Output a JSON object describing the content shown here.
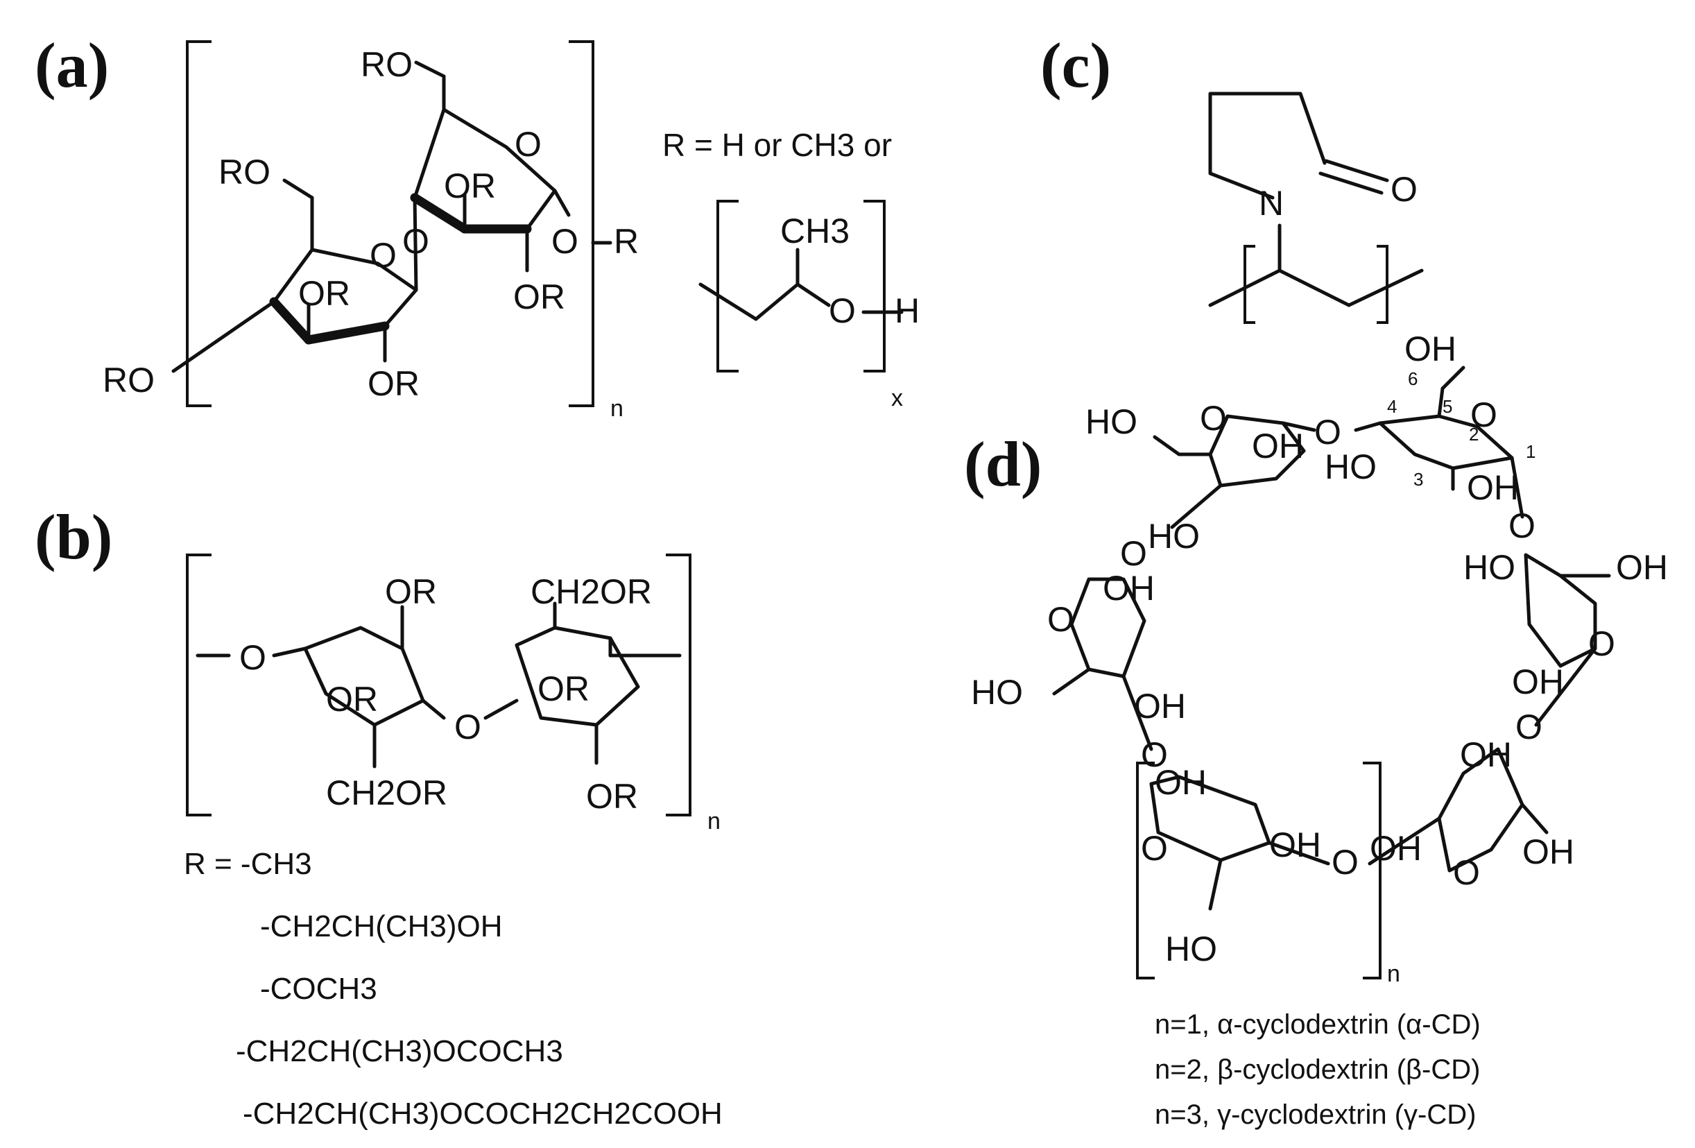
{
  "panels": {
    "a": "(a)",
    "b": "(b)",
    "c": "(c)",
    "d": "(d)"
  },
  "panel_a": {
    "r_def": "R = H or CH3 or",
    "atoms": {
      "ro_top": "RO",
      "ro_left": "RO",
      "ro_far": "RO",
      "or_ring2": "OR",
      "or_ring1": "OR",
      "or_bottom": "OR",
      "or_right": "OR",
      "o_ring1": "O",
      "o_ring2": "O",
      "o_link": "O",
      "o_r": "O",
      "r_end": "R",
      "ch3": "CH3",
      "o_h": "O",
      "h_end": "H"
    },
    "n": "n",
    "x": "x"
  },
  "panel_b": {
    "atoms": {
      "or_top": "OR",
      "ch2or_top": "CH2OR",
      "o_left": "O",
      "or_ring_l": "OR",
      "or_ring_r": "OR",
      "o_link": "O",
      "ch2or_bottom": "CH2OR",
      "or_bottom": "OR"
    },
    "n": "n",
    "r_list": [
      "R  = -CH3",
      "-CH2CH(CH3)OH",
      "-COCH3",
      "-CH2CH(CH3)OCOCH3",
      "-CH2CH(CH3)OCOCH2CH2COOH"
    ]
  },
  "panel_c": {
    "atoms": {
      "n": "N",
      "o": "O"
    }
  },
  "panel_d": {
    "atoms": {
      "oh_top": "OH",
      "ho_tl": "HO",
      "o_tl_ring": "O",
      "oh_tl": "OH",
      "o_top_link": "O",
      "ho_top": "HO",
      "o_tr_ring": "O",
      "oh_tr": "OH",
      "ho_ul": "HO",
      "o_ul_link": "O",
      "oh_ul": "OH",
      "o_right_link": "O",
      "ho_right": "HO",
      "oh_right": "OH",
      "o_left_ring": "O",
      "ho_left": "HO",
      "oh_left": "OH",
      "o_right_ring": "O",
      "oh_r2": "OH",
      "o_lower_r_link": "O",
      "o_lower_l_link": "O",
      "oh_bl_top": "OH",
      "oh_br_top": "OH",
      "o_bl_ring": "O",
      "oh_bl": "OH",
      "o_bottom_link": "O",
      "oh_br_mid": "OH",
      "o_br_ring": "O",
      "oh_br": "OH",
      "ho_bottom": "HO"
    },
    "numbers": [
      "1",
      "2",
      "3",
      "4",
      "5",
      "6"
    ],
    "n": "n",
    "legend": [
      "n=1, α-cyclodextrin (α-CD)",
      "n=2, β-cyclodextrin (β-CD)",
      "n=3, γ-cyclodextrin (γ-CD)"
    ]
  }
}
